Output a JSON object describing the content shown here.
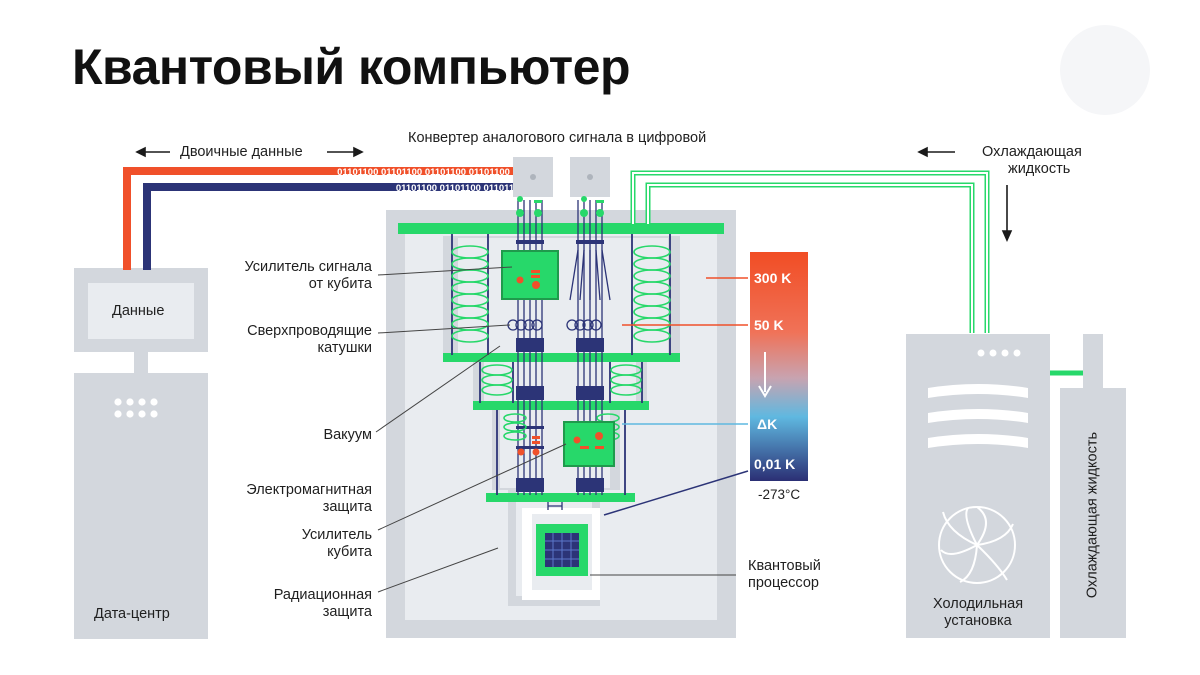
{
  "title": "Квантовый компьютер",
  "labels": {
    "binary_data": "Двоичные данные",
    "adc": "Конвертер аналогового сигнала в цифровой",
    "coolant_top_1": "Охлаждающая",
    "coolant_top_2": "жидкость",
    "data": "Данные",
    "datacenter": "Дата-центр",
    "qubit_signal_amp_1": "Усилитель сигнала",
    "qubit_signal_amp_2": "от кубита",
    "sc_coils_1": "Сверхпроводящие",
    "sc_coils_2": "катушки",
    "vacuum": "Вакуум",
    "em_shield_1": "Электромагнитная",
    "em_shield_2": "защита",
    "qubit_amp_1": "Усилитель",
    "qubit_amp_2": "кубита",
    "rad_shield_1": "Радиационная",
    "rad_shield_2": "защита",
    "qproc_1": "Квантовый",
    "qproc_2": "процессор",
    "fridge_1": "Холодильная",
    "fridge_2": "установка",
    "coolant_vertical": "Охлаждающая жидкость"
  },
  "binary_stream_1": "01101100 01101100 01101100 01101100 0110111",
  "binary_stream_2": "01101100 01101100 01101100 0110",
  "temperature_scale": {
    "levels": [
      {
        "label": "300 K"
      },
      {
        "label": "50 K"
      },
      {
        "label": "ΔK"
      },
      {
        "label": "0,01 K"
      }
    ],
    "bottom_note": "-273°C"
  },
  "colors": {
    "orange": "#f0502a",
    "navy": "#2c3477",
    "green": "#27d86a",
    "gray": "#d2d6dc",
    "light_gray": "#e9ecf0",
    "dark_green_box": "#1f9a4c"
  }
}
